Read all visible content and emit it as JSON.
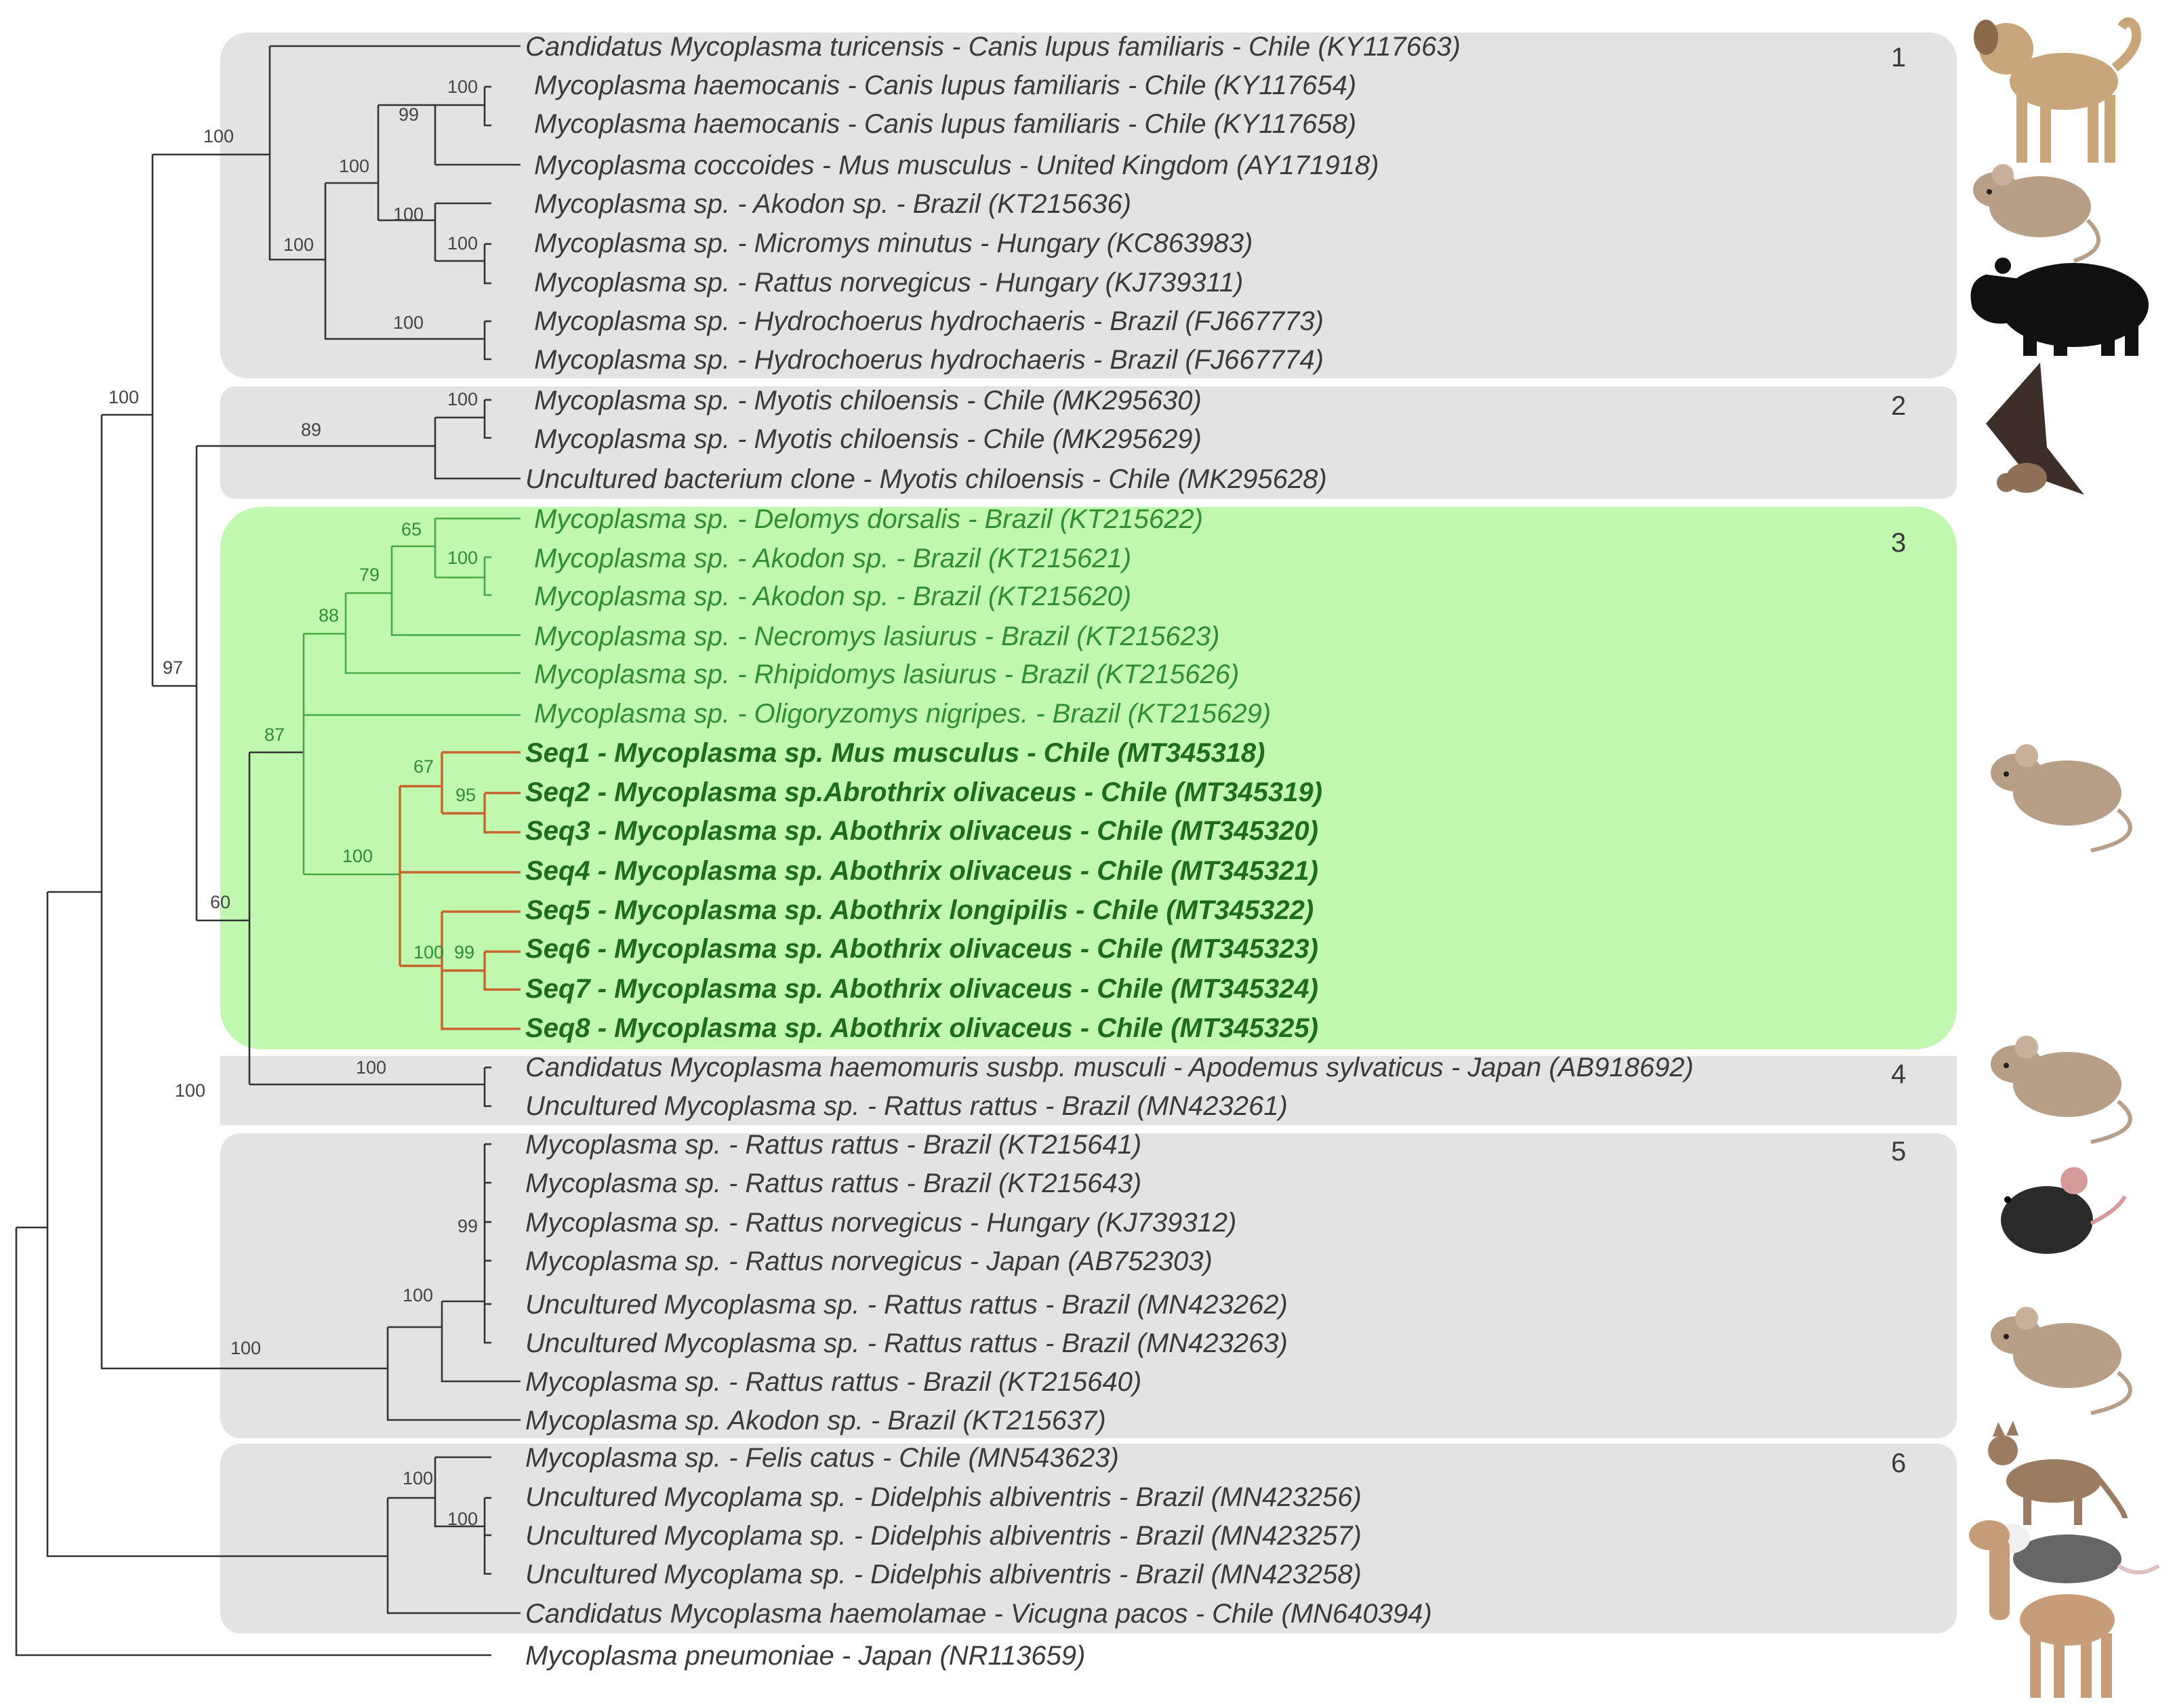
{
  "clades": [
    {
      "number": "1",
      "color": "#e3e3e3"
    },
    {
      "number": "2",
      "color": "#e3e3e3"
    },
    {
      "number": "3",
      "color": "#c0f8b0"
    },
    {
      "number": "4",
      "color": "#e3e3e3"
    },
    {
      "number": "5",
      "color": "#e3e3e3"
    },
    {
      "number": "6",
      "color": "#e3e3e3"
    }
  ],
  "leaves": [
    "Candidatus Mycoplasma turicensis - Canis lupus familiaris - Chile (KY117663)",
    "Mycoplasma haemocanis - Canis lupus familiaris - Chile (KY117654)",
    "Mycoplasma haemocanis - Canis lupus familiaris - Chile (KY117658)",
    "Mycoplasma coccoides - Mus musculus - United Kingdom (AY171918)",
    "Mycoplasma sp. - Akodon sp. - Brazil (KT215636)",
    "Mycoplasma sp. - Micromys minutus - Hungary (KC863983)",
    "Mycoplasma sp. - Rattus norvegicus - Hungary (KJ739311)",
    "Mycoplasma sp. - Hydrochoerus hydrochaeris - Brazil (FJ667773)",
    "Mycoplasma sp. - Hydrochoerus hydrochaeris - Brazil (FJ667774)",
    "Mycoplasma sp. - Myotis chiloensis - Chile (MK295630)",
    "Mycoplasma sp. - Myotis chiloensis - Chile (MK295629)",
    "Uncultured bacterium clone - Myotis chiloensis - Chile (MK295628)",
    "Mycoplasma sp. - Delomys dorsalis - Brazil (KT215622)",
    "Mycoplasma sp. - Akodon sp. - Brazil (KT215621)",
    "Mycoplasma sp. - Akodon sp. - Brazil (KT215620)",
    "Mycoplasma sp. - Necromys lasiurus - Brazil (KT215623)",
    "Mycoplasma sp. - Rhipidomys lasiurus - Brazil (KT215626)",
    "Mycoplasma sp. - Oligoryzomys nigripes. - Brazil (KT215629)",
    "Seq1 - Mycoplasma sp. Mus musculus - Chile (MT345318)",
    "Seq2 - Mycoplasma sp.Abrothrix olivaceus - Chile (MT345319)",
    "Seq3 - Mycoplasma sp. Abothrix olivaceus - Chile (MT345320)",
    "Seq4 - Mycoplasma sp. Abothrix olivaceus - Chile (MT345321)",
    "Seq5 - Mycoplasma sp. Abothrix longipilis  - Chile (MT345322)",
    "Seq6 - Mycoplasma sp. Abothrix olivaceus - Chile (MT345323)",
    "Seq7 - Mycoplasma sp. Abothrix olivaceus - Chile (MT345324)",
    "Seq8 - Mycoplasma sp. Abothrix olivaceus - Chile (MT345325)",
    "Candidatus Mycoplasma haemomuris susbp. musculi - Apodemus sylvaticus - Japan (AB918692)",
    "Uncultured Mycoplasma sp. - Rattus rattus - Brazil (MN423261)",
    "Mycoplasma sp. - Rattus rattus - Brazil (KT215641)",
    "Mycoplasma sp. - Rattus rattus - Brazil (KT215643)",
    "Mycoplasma sp. - Rattus norvegicus - Hungary (KJ739312)",
    "Mycoplasma sp. - Rattus norvegicus - Japan (AB752303)",
    "Uncultured Mycoplasma sp. - Rattus rattus - Brazil (MN423262)",
    "Uncultured Mycoplasma sp. - Rattus rattus - Brazil (MN423263)",
    "Mycoplasma sp. - Rattus rattus - Brazil (KT215640)",
    "Mycoplasma sp. Akodon sp. - Brazil (KT215637)",
    "Mycoplasma sp. -  Felis catus - Chile (MN543623)",
    "Uncultured Mycoplama sp. - Didelphis albiventris - Brazil (MN423256)",
    "Uncultured Mycoplama sp. - Didelphis albiventris - Brazil (MN423257)",
    "Uncultured Mycoplama sp. - Didelphis albiventris - Brazil (MN423258)",
    "Candidatus Mycoplasma haemolamae - Vicugna pacos - Chile (MN640394)",
    "Mycoplasma pneumoniae - Japan (NR113659)"
  ],
  "support_values": [
    "100",
    "99",
    "100",
    "100",
    "100",
    "100",
    "100",
    "100",
    "100",
    "89",
    "100",
    "97",
    "65",
    "100",
    "79",
    "88",
    "87",
    "67",
    "95",
    "100",
    "100",
    "99",
    "60",
    "100",
    "100",
    "99",
    "100",
    "100",
    "100",
    "100"
  ],
  "hosts": [
    "dog-icon",
    "mouse-icon",
    "capybara-icon",
    "bat-icon",
    "mouse-icon",
    "mouse-icon",
    "black-mouse-icon",
    "mouse-icon",
    "cat-icon",
    "opossum-icon",
    "alpaca-icon"
  ],
  "colors": {
    "clade_grey": "#e3e3e3",
    "clade_green": "#c0f8b0",
    "new_sequences_branch": "#c8632b",
    "new_sequences_text": "#1d6b1d",
    "clade3_text": "#2f8f2f"
  }
}
